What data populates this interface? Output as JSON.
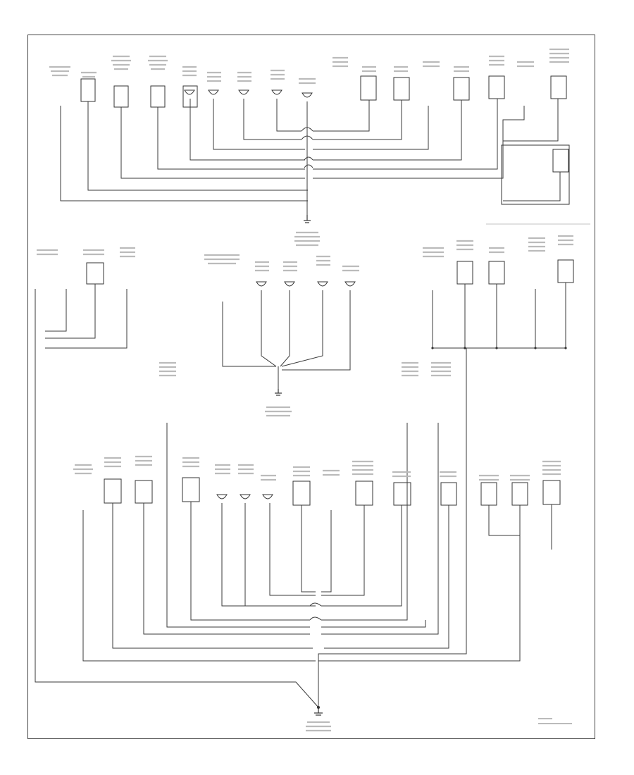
{
  "diagram": {
    "id_label": "",
    "note_lines": [
      "",
      ""
    ]
  },
  "groups": {
    "top_row": {
      "count": 17
    },
    "mid_left": {
      "count": 4
    },
    "mid_center": {
      "count": 5
    },
    "mid_right": {
      "count": 5
    },
    "bottom_row": {
      "count": 17
    }
  },
  "colors": {
    "wire": "#3a3a3a",
    "frame": "#444444",
    "component_stroke": "#333333",
    "background": "#ffffff"
  }
}
